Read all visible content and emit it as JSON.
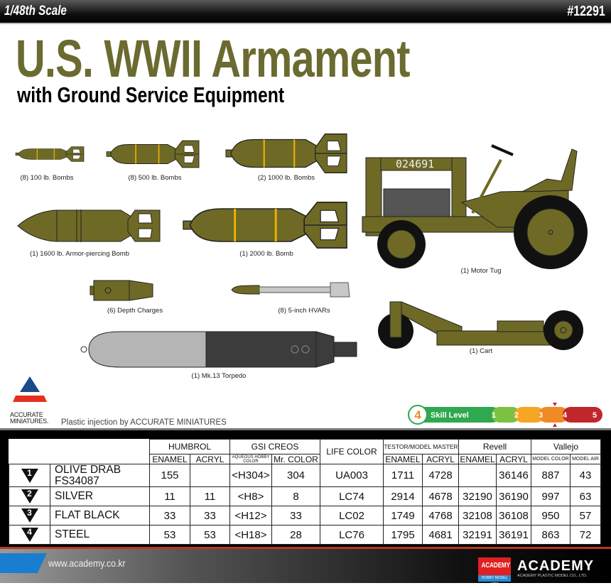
{
  "header": {
    "scale": "1/48th Scale",
    "product_code": "#12291"
  },
  "title": "U.S. WWII Armament",
  "subtitle": "with Ground Service Equipment",
  "items": [
    {
      "label": "(8) 100 lb. Bombs"
    },
    {
      "label": "(8) 500 lb. Bombs"
    },
    {
      "label": "(2) 1000 lb. Bombs"
    },
    {
      "label": "(1) 1600 lb. Armor-piercing Bomb"
    },
    {
      "label": "(1) 2000 lb. Bomb"
    },
    {
      "label": "(6) Depth Charges"
    },
    {
      "label": "(8) 5-inch HVARs"
    },
    {
      "label": "(1) Mk.13 Torpedo"
    },
    {
      "label": "(1) Motor Tug"
    },
    {
      "label": "(1) Cart"
    }
  ],
  "tug_number": "024691",
  "partner": {
    "logo_text_1": "ACCURATE",
    "logo_text_2": "MINIATURES.",
    "credit": "Plastic injection by ACCURATE MINIATURES"
  },
  "skill": {
    "current": "4",
    "label": "Skill Level",
    "levels": [
      "1",
      "2",
      "3",
      "4",
      "5"
    ],
    "colors": [
      "#2fa84f",
      "#7cc242",
      "#f5a623",
      "#f08a24",
      "#c0272d"
    ]
  },
  "colors": {
    "olive": "#6e6a26",
    "title": "#6b6a30",
    "band": "#f5b400"
  },
  "paint_table": {
    "brands": {
      "humbrol": "HUMBROL",
      "gsi": "GSI CREOS",
      "life": "LIFE COLOR",
      "testor": "TESTOR/MODEL MASTER",
      "revell": "Revell",
      "vallejo": "Vallejo"
    },
    "sub": {
      "h_enamel": "ENAMEL",
      "h_acryl": "ACRYL",
      "g_aqueous": "AQUEOUS HOBBY COLOR",
      "g_mr": "Mr. COLOR",
      "t_enamel": "ENAMEL",
      "t_acryl": "ACRYL",
      "r_enamel": "ENAMEL",
      "r_acryl": "ACRYL",
      "v_model": "MODEL COLOR",
      "v_air": "MODEL AIR"
    },
    "rows": [
      {
        "no": "1",
        "name": "OLIVE DRAB FS34087",
        "h_enamel": "155",
        "h_acryl": "",
        "g_aqueous": "<H304>",
        "g_mr": "304",
        "life": "UA003",
        "t_enamel": "1711",
        "t_acryl": "4728",
        "r_enamel": "",
        "r_acryl": "36146",
        "v_model": "887",
        "v_air": "43"
      },
      {
        "no": "2",
        "name": "SILVER",
        "h_enamel": "11",
        "h_acryl": "11",
        "g_aqueous": "<H8>",
        "g_mr": "8",
        "life": "LC74",
        "t_enamel": "2914",
        "t_acryl": "4678",
        "r_enamel": "32190",
        "r_acryl": "36190",
        "v_model": "997",
        "v_air": "63"
      },
      {
        "no": "3",
        "name": "FLAT BLACK",
        "h_enamel": "33",
        "h_acryl": "33",
        "g_aqueous": "<H12>",
        "g_mr": "33",
        "life": "LC02",
        "t_enamel": "1749",
        "t_acryl": "4768",
        "r_enamel": "32108",
        "r_acryl": "36108",
        "v_model": "950",
        "v_air": "57"
      },
      {
        "no": "4",
        "name": "STEEL",
        "h_enamel": "53",
        "h_acryl": "53",
        "g_aqueous": "<H18>",
        "g_mr": "28",
        "life": "LC76",
        "t_enamel": "1795",
        "t_acryl": "4681",
        "r_enamel": "32191",
        "r_acryl": "36191",
        "v_model": "863",
        "v_air": "72"
      }
    ]
  },
  "footer": {
    "url": "www.academy.co.kr",
    "brand": "ACADEMY",
    "logo_top": "ACADEMY",
    "logo_bottom": "HOBBY MODEL KITS",
    "company": "ACADEMY PLASTIC MODEL CO., LTD."
  }
}
